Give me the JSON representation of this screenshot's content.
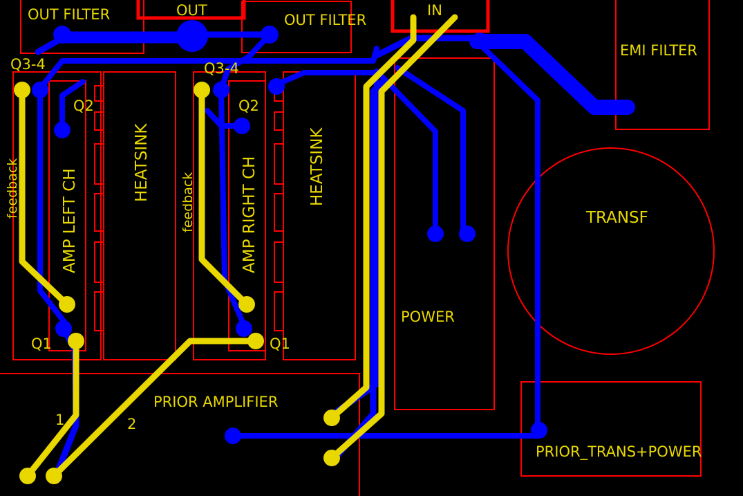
{
  "colors": {
    "background": "#000000",
    "outline": "#ff0000",
    "trace_blue": "#0000ff",
    "trace_yellow": "#e8d800",
    "label": "#e8d800"
  },
  "labels": {
    "out_filter_left": "OUT FILTER",
    "out": "OUT",
    "out_filter_right": "OUT FILTER",
    "in": "IN",
    "emi_filter": "EMI FILTER",
    "q34_left": "Q3-4",
    "q2_left": "Q2",
    "q34_right": "Q3-4",
    "q2_right": "Q2",
    "heatsink_left": "HEATSINK",
    "heatsink_right": "HEATSINK",
    "amp_left": "AMP LEFT CH",
    "amp_right": "AMP RIGHT CH",
    "feedback_left": "feedback",
    "feedback_right": "feedback",
    "q1_left": "Q1",
    "q1_right": "Q1",
    "power": "POWER",
    "transf": "TRANSF",
    "prior_amplifier": "PRIOR AMPLIFIER",
    "prior_trans_power": "PRIOR_TRANS+POWER",
    "pin_1": "1",
    "pin_2": "2"
  }
}
